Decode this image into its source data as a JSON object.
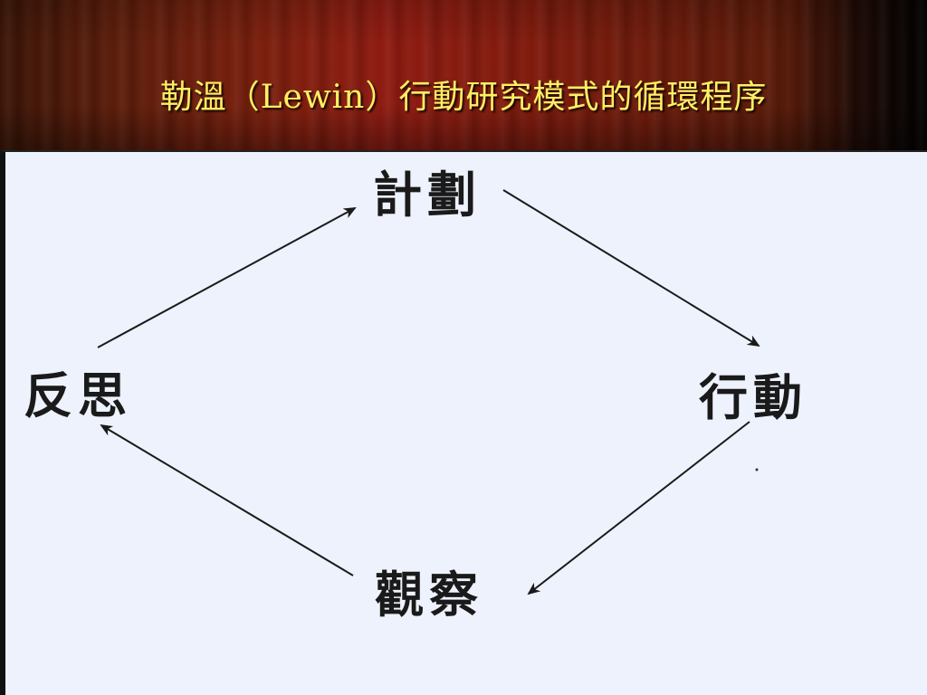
{
  "slide": {
    "title": "勒溫（Lewin）行動研究模式的循環程序"
  },
  "diagram": {
    "nodes": {
      "plan": "計劃",
      "action": "行動",
      "observe": "觀察",
      "reflect": "反思"
    },
    "cycle": [
      "plan",
      "action",
      "observe",
      "reflect"
    ]
  },
  "colors": {
    "title_text": "#ffef63",
    "panel_background": "#edf2fc",
    "ink": "#1a1a1a"
  }
}
